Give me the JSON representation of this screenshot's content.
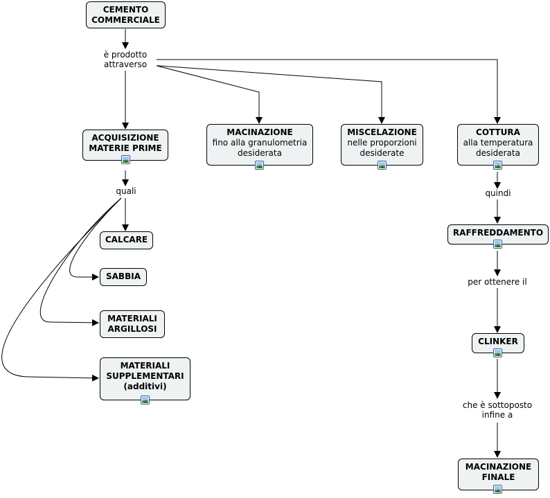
{
  "nodes": {
    "cemento": {
      "title": "CEMENTO\nCOMMERCIALE"
    },
    "acquisizione": {
      "title": "ACQUISIZIONE\nMATERIE PRIME"
    },
    "macinazione": {
      "title": "MACINAZIONE",
      "sub": "fino alla granulometria\ndesiderata"
    },
    "miscelazione": {
      "title": "MISCELAZIONE",
      "sub": "nelle proporzioni\ndesiderate"
    },
    "cottura": {
      "title": "COTTURA",
      "sub": "alla temperatura\ndesiderata"
    },
    "calcare": {
      "title": "CALCARE"
    },
    "sabbia": {
      "title": "SABBIA"
    },
    "argillosi": {
      "title": "MATERIALI\nARGILLOSI"
    },
    "supplementari": {
      "title": "MATERIALI\nSUPPLEMENTARI\n(additivi)"
    },
    "raffreddamento": {
      "title": "RAFFREDDAMENTO"
    },
    "clinker": {
      "title": "CLINKER"
    },
    "macinazione_finale": {
      "title": "MACINAZIONE\nFINALE"
    }
  },
  "links": {
    "prodotto": "è prodotto\nattraverso",
    "quali": "quali",
    "quindi": "quindi",
    "ottenere": "per ottenere il",
    "sottoposto": "che è sottoposto\ninfine a"
  },
  "icons": {
    "attached": "image-attachment-icon"
  }
}
